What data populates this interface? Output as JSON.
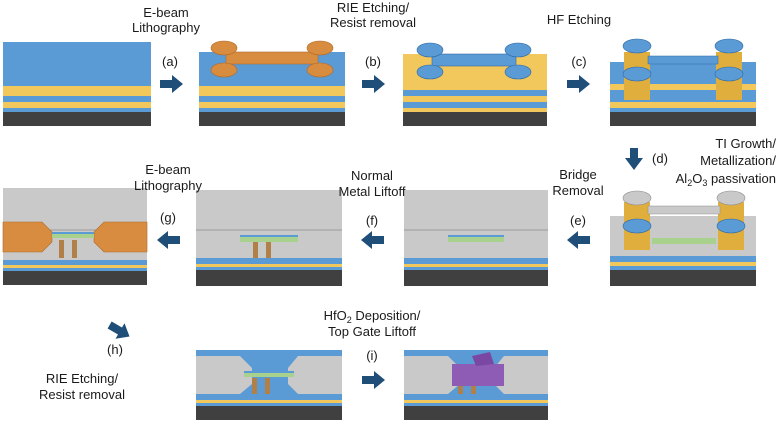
{
  "colors": {
    "blue": "#5b9bd5",
    "blue_light": "#8ab4de",
    "gold": "#f2c75c",
    "gray": "#c9c9c9",
    "gray_dark": "#5a5a5a",
    "substrate": "#404040",
    "orange": "#d88c3f",
    "green": "#a9d18e",
    "purple": "#8e5bb5",
    "pillar": "#b08048",
    "arrow": "#1f4e79"
  },
  "steps": {
    "a": {
      "letter": "(a)",
      "line1": "E-beam",
      "line2": "Lithography"
    },
    "b": {
      "letter": "(b)",
      "line1": "RIE Etching/",
      "line2": "Resist removal"
    },
    "c": {
      "letter": "(c)",
      "line1": "HF Etching"
    },
    "d": {
      "letter": "(d)",
      "line1": "TI Growth/",
      "line2": "Metallization/",
      "line3_pre": "Al",
      "line3_sub1": "2",
      "line3_mid": "O",
      "line3_sub2": "3",
      "line3_post": " passivation"
    },
    "e": {
      "letter": "(e)",
      "line1": "Bridge",
      "line2": "Removal"
    },
    "f": {
      "letter": "(f)",
      "line1": "Normal",
      "line2": "Metal Liftoff"
    },
    "g": {
      "letter": "(g)",
      "line1": "E-beam",
      "line2": "Lithography"
    },
    "h": {
      "letter": "(h)",
      "line1": "RIE Etching/",
      "line2": "Resist removal"
    },
    "i": {
      "letter": "(i)",
      "line1_pre": "HfO",
      "line1_sub": "2",
      "line1_post": " Deposition/",
      "line2": "Top Gate Liftoff"
    }
  }
}
